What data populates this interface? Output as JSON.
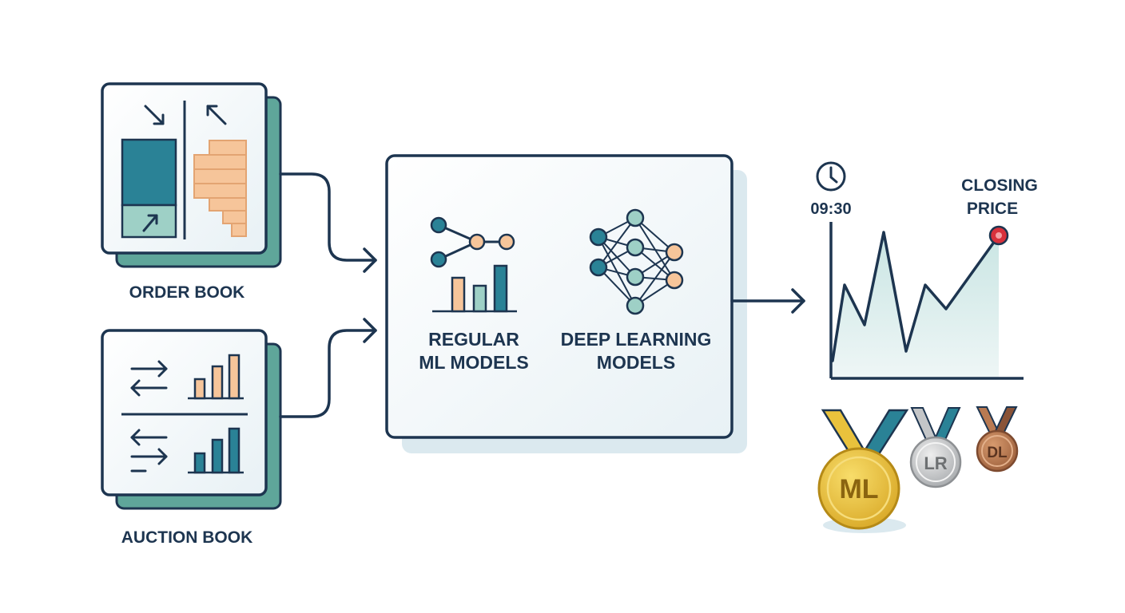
{
  "inputs": {
    "order_book": {
      "label": "ORDER BOOK"
    },
    "auction_book": {
      "label": "AUCTION BOOK"
    }
  },
  "models": {
    "regular": {
      "line1": "REGULAR",
      "line2": "ML MODELS"
    },
    "deep": {
      "line1": "DEEP LEARNING",
      "line2": "MODELS"
    }
  },
  "output": {
    "time": "09:30",
    "closing_line1": "CLOSING",
    "closing_line2": "PRICE"
  },
  "medals": {
    "gold": "ML",
    "silver": "LR",
    "bronze": "DL"
  },
  "colors": {
    "navy": "#1d3550",
    "teal": "#2a8296",
    "mint": "#9ed0c6",
    "peach": "#f6c59a",
    "red": "#d8313c",
    "gold": "#e9c23c",
    "silver": "#c4c6c8",
    "bronze": "#b97a52"
  }
}
